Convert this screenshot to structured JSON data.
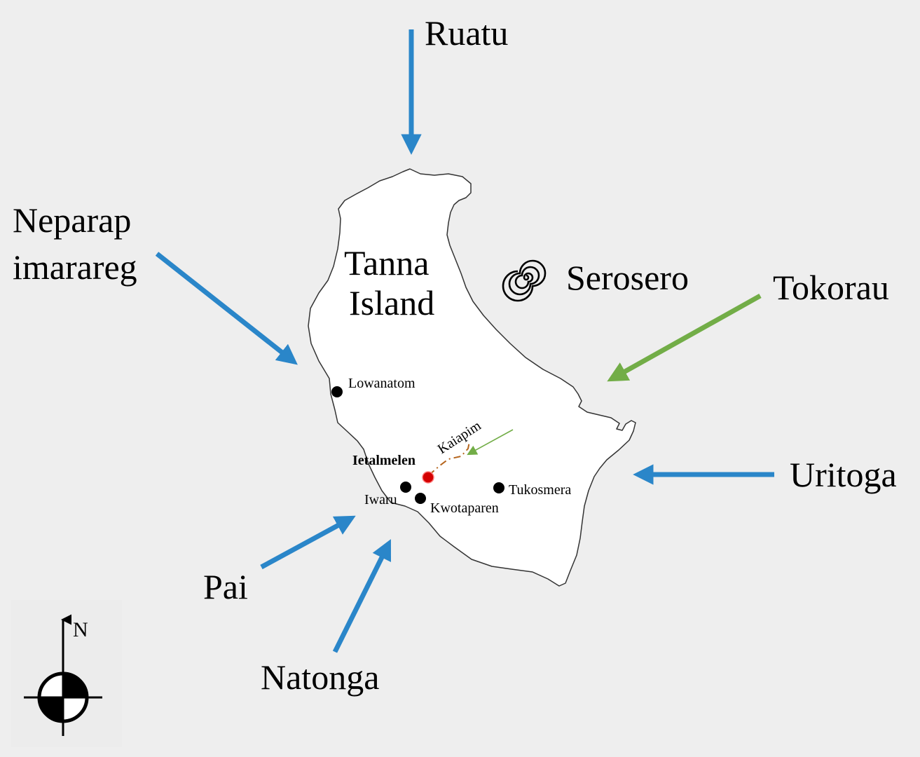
{
  "map": {
    "island_name_line1": "Tanna",
    "island_name_line2": "Island",
    "phenomenon_label": "Serosero",
    "north_label": "N"
  },
  "winds": [
    {
      "id": "ruatu",
      "label": "Ruatu",
      "color": "#2a86c9"
    },
    {
      "id": "neparap",
      "label_line1": "Neparap",
      "label_line2": "imarareg",
      "color": "#2a86c9"
    },
    {
      "id": "tokorau",
      "label": "Tokorau",
      "color": "#72ad47"
    },
    {
      "id": "uritoga",
      "label": "Uritoga",
      "color": "#2a86c9"
    },
    {
      "id": "pai",
      "label": "Pai",
      "color": "#2a86c9"
    },
    {
      "id": "natonga",
      "label": "Natonga",
      "color": "#2a86c9"
    }
  ],
  "places": [
    {
      "id": "lowanatom",
      "label": "Lowanatom",
      "marker_color": "#000000"
    },
    {
      "id": "kaiapim",
      "label": "Kaiapim"
    },
    {
      "id": "ietalmelen",
      "label": "Ietalmelen",
      "marker_color": "#d40000"
    },
    {
      "id": "iwaru",
      "label": "Iwaru",
      "marker_color": "#000000"
    },
    {
      "id": "kwotaparen",
      "label": "Kwotaparen",
      "marker_color": "#000000"
    },
    {
      "id": "tukosmera",
      "label": "Tukosmera",
      "marker_color": "#000000"
    }
  ],
  "colors": {
    "background": "#eeeeee",
    "island_fill": "#ffffff",
    "coastline": "#333333",
    "path_line": "#b5651d",
    "blue_wind": "#2a86c9",
    "green_wind": "#72ad47"
  }
}
